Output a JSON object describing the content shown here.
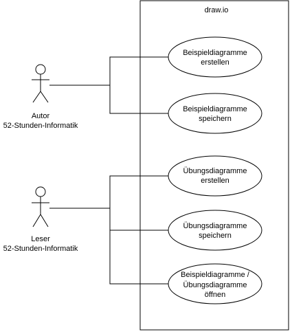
{
  "system": {
    "title": "draw.io"
  },
  "actors": [
    {
      "label_line1": "Autor",
      "label_line2": "52-Stunden-Informatik"
    },
    {
      "label_line1": "Leser",
      "label_line2": "52-Stunden-Informatik"
    }
  ],
  "use_cases": [
    {
      "lines": [
        "Beispieldiagramme",
        "erstellen"
      ]
    },
    {
      "lines": [
        "Beispieldiagramme",
        "speichern"
      ]
    },
    {
      "lines": [
        "Übungsdiagramme",
        "erstellen"
      ]
    },
    {
      "lines": [
        "Übungsdiagramme",
        "speichern"
      ]
    },
    {
      "lines": [
        "Beispieldiagramme /",
        "Übungsdiagramme",
        "öffnen"
      ]
    }
  ]
}
